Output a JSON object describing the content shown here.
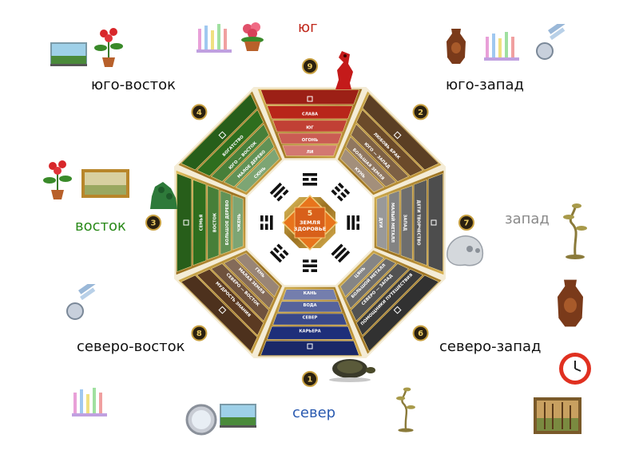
{
  "directions": {
    "south": "юг",
    "southwest": "юго-запад",
    "southeast": "юго-восток",
    "east": "восток",
    "west": "запад",
    "northeast": "северо-восток",
    "northwest": "северо-запад",
    "north": "север"
  },
  "center": {
    "number": "5",
    "line1": "ЗЕМЛЯ",
    "line2": "ЗДОРОВЬЕ"
  },
  "sectors": [
    {
      "number": "9",
      "color": "#b8261a",
      "labels": [
        "СЛАВА",
        "ЮГ",
        "ОГОНЬ",
        "ЛИ"
      ]
    },
    {
      "number": "2",
      "color": "#6b4a2a",
      "labels": [
        "ЛЮБОВЬ БРАК",
        "ЮГО — ЗАПАД",
        "БОЛЬШАЯ ЗЕМЛЯ",
        "КУНЬ"
      ]
    },
    {
      "number": "7",
      "color": "#5a5a5a",
      "labels": [
        "ДЕТИ ТВОРЧЕСТВО",
        "ЗАПАД",
        "МАЛЫЙ МЕТАЛЛ",
        "ДУИ"
      ]
    },
    {
      "number": "6",
      "color": "#3a3a3a",
      "labels": [
        "ПОМОЩНИКИ ПУТЕШЕСТВИЯ",
        "СЕВЕРО — ЗАПАД",
        "БОЛЬШОЙ МЕТАЛЛ",
        "ЦЯНЬ"
      ]
    },
    {
      "number": "1",
      "color": "#1e2f7a",
      "labels": [
        "КАРЬЕРА",
        "СЕВЕР",
        "ВОДА",
        "КАНЬ"
      ]
    },
    {
      "number": "8",
      "color": "#5b3a22",
      "labels": [
        "МУДРОСТЬ ЗНАНИЯ",
        "СЕВЕРО — ВОСТОК",
        "МАЛАЯ ЗЕМЛЯ",
        "ГЕНЬ"
      ]
    },
    {
      "number": "3",
      "color": "#2e6e1e",
      "labels": [
        "СЕМЬЯ",
        "ВОСТОК",
        "БОЛЬШОЕ ДЕРЕВО",
        "ЧЖЕНЬ"
      ]
    },
    {
      "number": "4",
      "color": "#2e6e1e",
      "labels": [
        "БОГАТСТВО",
        "ЮГО — ВОСТОК",
        "МАЛОЕ ДЕРЕВО",
        "СЮНЬ"
      ]
    }
  ],
  "trigrams": [
    [
      1,
      0,
      1
    ],
    [
      0,
      0,
      0
    ],
    [
      0,
      1,
      1
    ],
    [
      1,
      1,
      1
    ],
    [
      0,
      1,
      0
    ],
    [
      1,
      0,
      0
    ],
    [
      0,
      0,
      1
    ],
    [
      1,
      1,
      0
    ]
  ],
  "colors": {
    "south_label": "#c0281c",
    "east_label": "#2a8a1a",
    "west_label": "#8a8a8a",
    "north_label": "#2a5ab0",
    "frame": "#b28a2a",
    "center": "#e8741c"
  },
  "objects": [
    "aquarium",
    "flower",
    "candles",
    "vase",
    "wind-chime",
    "dragon",
    "painting",
    "jade-statue",
    "bonsai-tree",
    "crystal-skull",
    "clock",
    "turtle",
    "mirror"
  ]
}
